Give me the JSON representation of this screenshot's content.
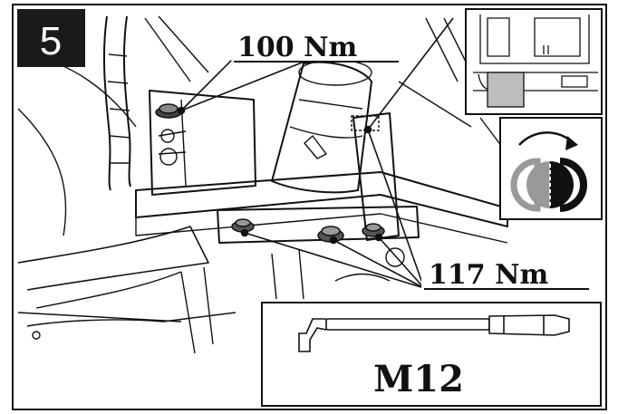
{
  "step": {
    "number": "5"
  },
  "annotations": {
    "torque_top": "100 Nm",
    "torque_bottom": "117 Nm",
    "tool_size": "M12"
  },
  "colors": {
    "ink": "#111111",
    "step_badge": "#1a1a1a",
    "highlight": "#bdbdbd",
    "paper": "#ffffff"
  },
  "icons": {
    "location_inset": "vehicle-rear-location-icon",
    "rotation_inset": "rotate-clockwise-icon",
    "tool": "torque-wrench-icon"
  }
}
